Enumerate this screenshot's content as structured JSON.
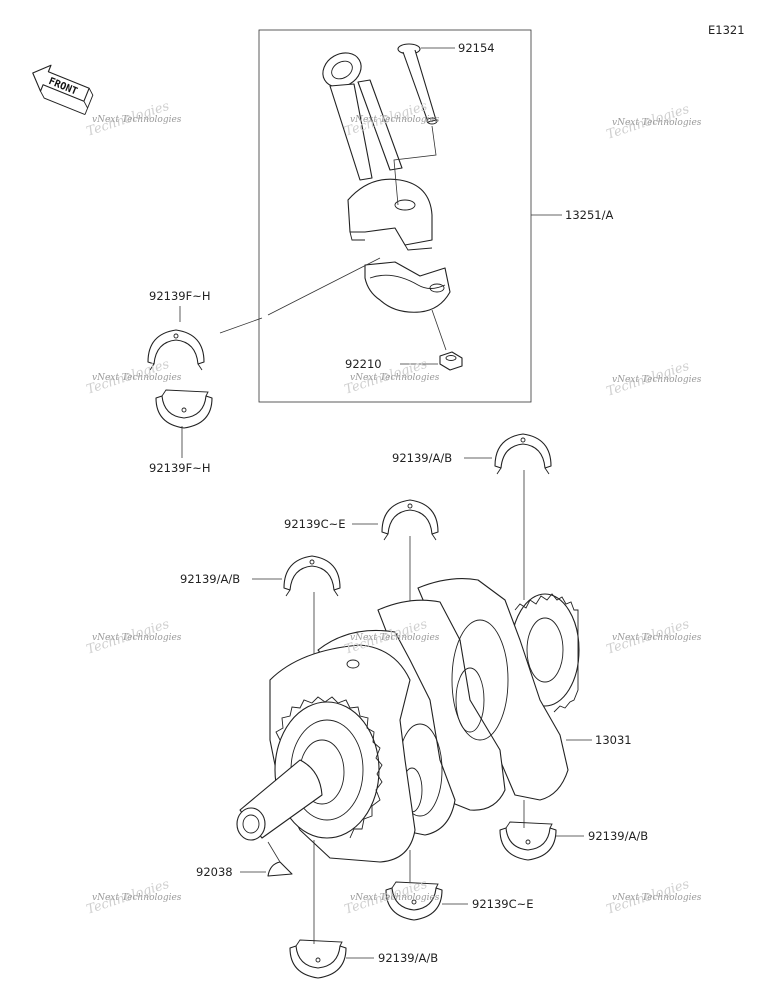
{
  "diagram_code": "E1321",
  "front_label": "FRONT",
  "watermark": "vNext Technologies",
  "parts": [
    {
      "id": "92154",
      "label": "92154"
    },
    {
      "id": "13251A",
      "label": "13251/A"
    },
    {
      "id": "92139FH_top",
      "label": "92139F~H"
    },
    {
      "id": "92210",
      "label": "92210"
    },
    {
      "id": "92139FH_bot",
      "label": "92139F~H"
    },
    {
      "id": "92139AB_1",
      "label": "92139/A/B"
    },
    {
      "id": "92139CE_1",
      "label": "92139C~E"
    },
    {
      "id": "92139AB_2",
      "label": "92139/A/B"
    },
    {
      "id": "13031",
      "label": "13031"
    },
    {
      "id": "92139AB_3",
      "label": "92139/A/B"
    },
    {
      "id": "92038",
      "label": "92038"
    },
    {
      "id": "92139CE_2",
      "label": "92139C~E"
    },
    {
      "id": "92139AB_4",
      "label": "92139/A/B"
    }
  ]
}
